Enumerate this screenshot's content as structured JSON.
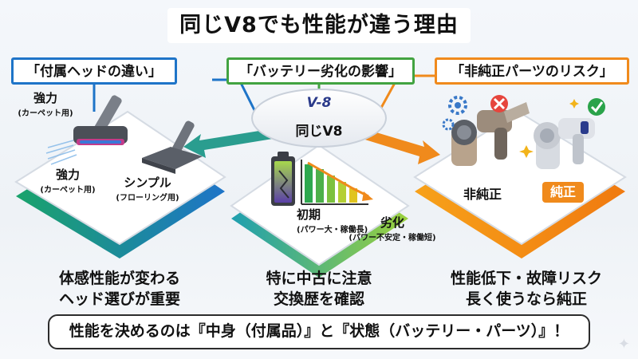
{
  "title": "同じV8でも性能が違う理由",
  "banners": {
    "left": "「付属ヘッドの違い」",
    "center": "「バッテリー劣化の影響」",
    "right": "「非純正パーツのリスク」"
  },
  "hub": {
    "logo": "V-8",
    "label": "同じV8"
  },
  "left_panel": {
    "head1_title": "強力",
    "head1_sub": "(カーペット用)",
    "head2_title": "強力",
    "head2_sub": "(カーペット用)",
    "head3_title": "シンプル",
    "head3_sub": "(フローリング用)",
    "caption_line1": "体感性能が変わる",
    "caption_line2": "ヘッド選びが重要"
  },
  "center_panel": {
    "early_title": "初期",
    "early_sub": "(パワー大・稼働長)",
    "degraded_title": "劣化",
    "degraded_sub": "(パワー不安定・稼働短)",
    "caption_line1": "特に中古に注意",
    "caption_line2": "交換歴を確認"
  },
  "right_panel": {
    "non_genuine": "非純正",
    "genuine": "純正",
    "caption_line1": "性能低下・故障リスク",
    "caption_line2": "長く使うなら純正"
  },
  "bottom_message": "性能を決めるのは『中身（付属品）』と『状態（バッテリー・パーツ）』！",
  "colors": {
    "blue": "#1e74c8",
    "green": "#42a341",
    "orange": "#f08a1c",
    "teal": "#2a9d8f"
  }
}
